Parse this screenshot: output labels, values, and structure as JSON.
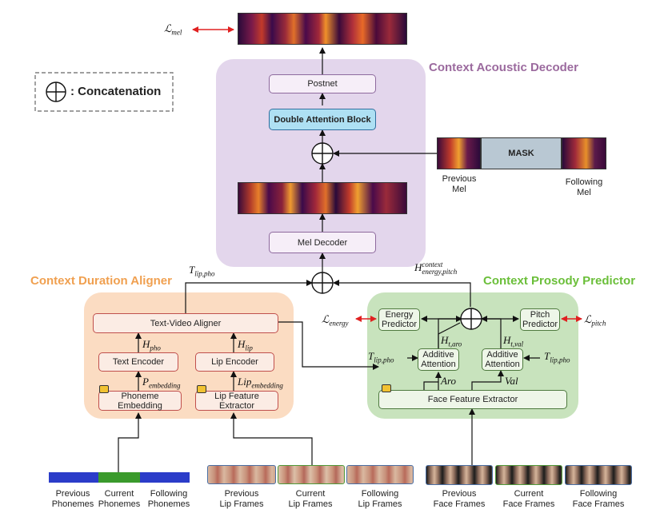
{
  "colors": {
    "decoder_bg": "#e3d6ec",
    "aligner_bg": "#fbdcc2",
    "prosody_bg": "#c8e3bd",
    "decoder_title": "#9b6a9e",
    "aligner_title": "#f0a050",
    "prosody_title": "#6bbf3a",
    "phoneme_prev": "#2b3cc9",
    "phoneme_curr": "#3a9a2c",
    "phoneme_next": "#2b3cc9",
    "loss_arrow": "#e02020",
    "mask_bg": "#b9c8d3"
  },
  "legend": {
    "symbol": "⊕",
    "text": ": Concatenation"
  },
  "decoder": {
    "title": "Context Acoustic Decoder",
    "postnet": "Postnet",
    "double_attention": "Double Attention Block",
    "mel_decoder": "Mel Decoder",
    "mask": "MASK",
    "previous_mel": "Previous\nMel",
    "following_mel": "Following\nMel"
  },
  "aligner": {
    "title": "Context Duration Aligner",
    "text_video_aligner": "Text-Video Aligner",
    "text_encoder": "Text Encoder",
    "lip_encoder": "Lip Encoder",
    "phoneme_embedding": "Phoneme Embedding",
    "lip_feature_extractor": "Lip Feature Extractor"
  },
  "prosody": {
    "title": "Context Prosody Predictor",
    "energy_predictor": "Energy\nPredictor",
    "pitch_predictor": "Pitch\nPredictor",
    "additive_attention": "Additive\nAttention",
    "face_feature_extractor": "Face Feature Extractor"
  },
  "inputs": {
    "phonemes": [
      "Previous\nPhonemes",
      "Current\nPhonemes",
      "Following\nPhonemes"
    ],
    "lip_frames": [
      "Previous\nLip Frames",
      "Current\nLip Frames",
      "Following\nLip Frames"
    ],
    "face_frames": [
      "Previous\nFace Frames",
      "Current\nFace Frames",
      "Following\nFace Frames"
    ]
  },
  "math": {
    "l_mel": {
      "base": "ℒ",
      "sub": "mel"
    },
    "l_energy": {
      "base": "ℒ",
      "sub": "energy"
    },
    "l_pitch": {
      "base": "ℒ",
      "sub": "pitch"
    },
    "t_lip_pho_top": {
      "base": "T",
      "sub": "lip,pho"
    },
    "t_lip_pho_left": {
      "base": "T",
      "sub": "lip,pho"
    },
    "t_lip_pho_right": {
      "base": "T",
      "sub": "lip,pho"
    },
    "h_context": {
      "base": "H",
      "sup": "context",
      "sub": "energy,pitch"
    },
    "h_pho": {
      "base": "H",
      "sub": "pho"
    },
    "h_lip": {
      "base": "H",
      "sub": "lip"
    },
    "p_embedding": {
      "base": "P",
      "sub": "embedding"
    },
    "lip_embedding": {
      "base": "Lip",
      "sub": "embedding"
    },
    "h_t_aro": {
      "base": "H",
      "sub": "t,aro"
    },
    "h_t_val": {
      "base": "H",
      "sub": "t,val"
    },
    "aro": {
      "base": "Aro"
    },
    "val": {
      "base": "Val"
    }
  }
}
